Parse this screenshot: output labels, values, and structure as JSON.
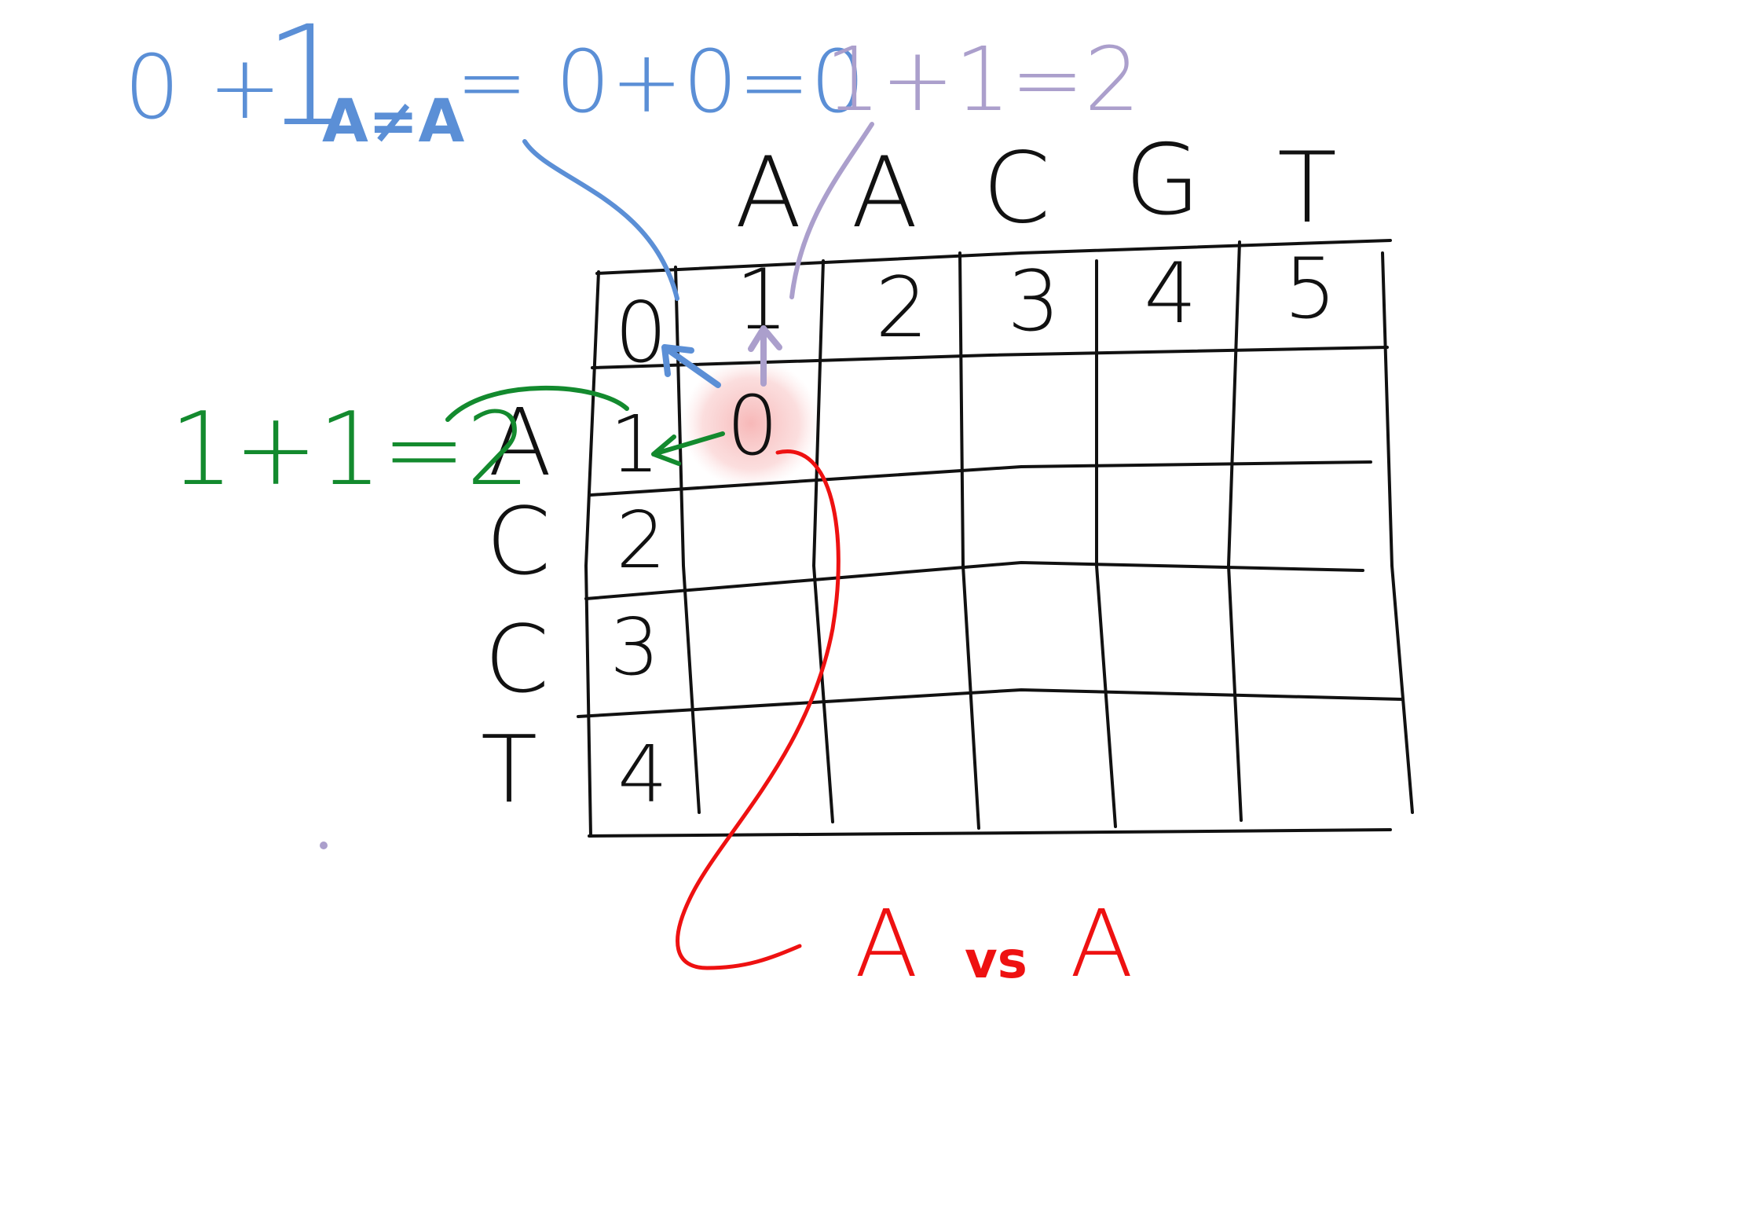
{
  "matrix": {
    "column_letters": [
      "A",
      "A",
      "C",
      "G",
      "T"
    ],
    "row_letters": [
      "A",
      "C",
      "C",
      "T"
    ],
    "header_row_values": [
      "0",
      "1",
      "2",
      "3",
      "4",
      "5"
    ],
    "header_col_values": [
      "1",
      "2",
      "3",
      "4"
    ],
    "computed_cell_value": "0"
  },
  "annotations": {
    "diagonal": {
      "prefix": "0 + ",
      "indicator": "1",
      "subscript": "A≠A",
      "suffix": "= 0+0=0"
    },
    "top": "1+1=2",
    "left": "1+1=2",
    "compare": {
      "left": "A",
      "vs": "vs",
      "right": "A"
    }
  },
  "colors": {
    "ink": "#111111",
    "diagonal": "#5b8fd6",
    "top": "#ab9fcc",
    "left": "#138a2e",
    "compare": "#ee1111",
    "highlight": "#f4a0a0"
  }
}
